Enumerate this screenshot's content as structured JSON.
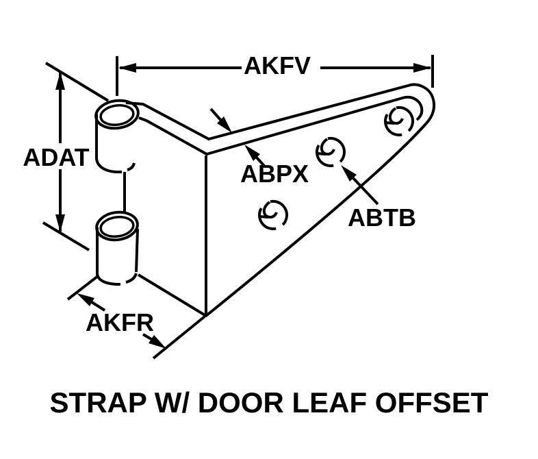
{
  "diagram": {
    "title": "STRAP W/ DOOR LEAF OFFSET",
    "labels": {
      "akfv": "AKFV",
      "adat": "ADAT",
      "abpx": "ABPX",
      "abtb": "ABTB",
      "akfr": "AKFR"
    },
    "colors": {
      "line": "#000000",
      "background": "#ffffff",
      "text": "#000000"
    }
  }
}
